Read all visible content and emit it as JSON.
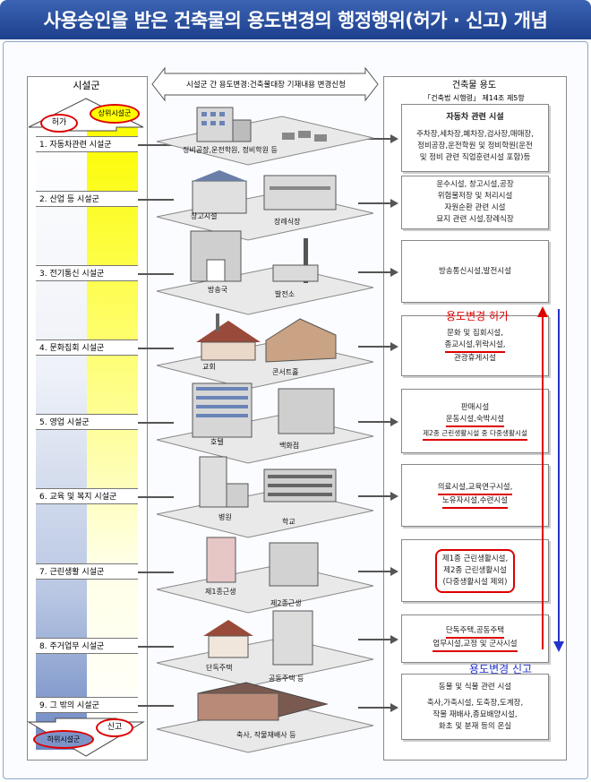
{
  "header": {
    "title": "사용승인을 받은 건축물의 용도변경의 행정행위(허가 · 신고) 개념"
  },
  "left_panel": {
    "heading": "시설군",
    "top_badge": "허가",
    "top_label": "상위시설군",
    "bottom_label": "하위시설군",
    "bottom_badge": "신고",
    "categories": [
      "1. 자동차관련 시설군",
      "2. 산업 등 시설군",
      "3. 전기통신 시설군",
      "4. 문화집회 시설군",
      "5. 영업 시설군",
      "6. 교육 및 복지 시설군",
      "7. 근린생활 시설군",
      "8. 주거업무 시설군",
      "9. 그 밖의 시설군"
    ]
  },
  "top_banner": {
    "line1": "시설군 간 용도변경:",
    "line2": "건축물대장 기재내용 변경신청"
  },
  "right_panel": {
    "heading": "건축물 용도",
    "subheading": "「건축법 시행령」 제14조 제5항",
    "boxes": [
      {
        "lines": [
          "자동차 관련 시설",
          "",
          "주차장,세차장,폐차장,검사장,매매장,",
          "정비공장,운전학원 및 정비학원(운전",
          "및 정비 관련 직업훈련시설 포함)등"
        ]
      },
      {
        "lines": [
          "운수시설, 창고시설,공장",
          "위험물저장 및 처리시설",
          "자원순환 관련 시설",
          "묘지 관련 시설,장례식장"
        ]
      },
      {
        "lines": [
          "방송통신시설,발전시설"
        ]
      },
      {
        "lines": [
          "문화 및 집회시설,",
          "종교시설,위락시설,",
          "관광휴게시설"
        ]
      },
      {
        "lines": [
          "판매시설",
          "운동시설,숙박시설",
          "제2종 근린생활시설 중 다중생활시설"
        ]
      },
      {
        "lines": [
          "의료시설,교육연구시설,",
          "노유자시설,수련시설"
        ]
      },
      {
        "lines": [
          "제1종 근린생활시설,",
          "제2종 근린생활시설",
          "(다중생활시설 제외)"
        ]
      },
      {
        "lines": [
          "단독주택,공동주택",
          "업무시설,교정 및 군사시설"
        ]
      },
      {
        "lines": [
          "동물 및 식물 관련 시설",
          "",
          "축사,가축시설, 도축장,도계장,",
          "작물 재배사,종묘배양시설,",
          "화초 및 분재 등의 온실"
        ]
      }
    ]
  },
  "arrows": {
    "up_label": "용도변경 허가",
    "down_label": "용도변경 신고"
  },
  "buildings": [
    [
      "정비공장,운전학원, 정비학원 등"
    ],
    [
      "창고시설",
      "장례식장"
    ],
    [
      "방송국",
      "발전소"
    ],
    [
      "교회",
      "콘서트홀"
    ],
    [
      "호텔",
      "백화점"
    ],
    [
      "병원",
      "학교"
    ],
    [
      "제1종근생",
      "제2종근생"
    ],
    [
      "단독주택",
      "공동주택 등"
    ],
    [
      "축사, 작물재배사 등"
    ]
  ],
  "colors": {
    "title_bg": "#2a4fa0",
    "red": "#dd0000",
    "blue": "#2233cc",
    "yellow": "#ffff00"
  }
}
